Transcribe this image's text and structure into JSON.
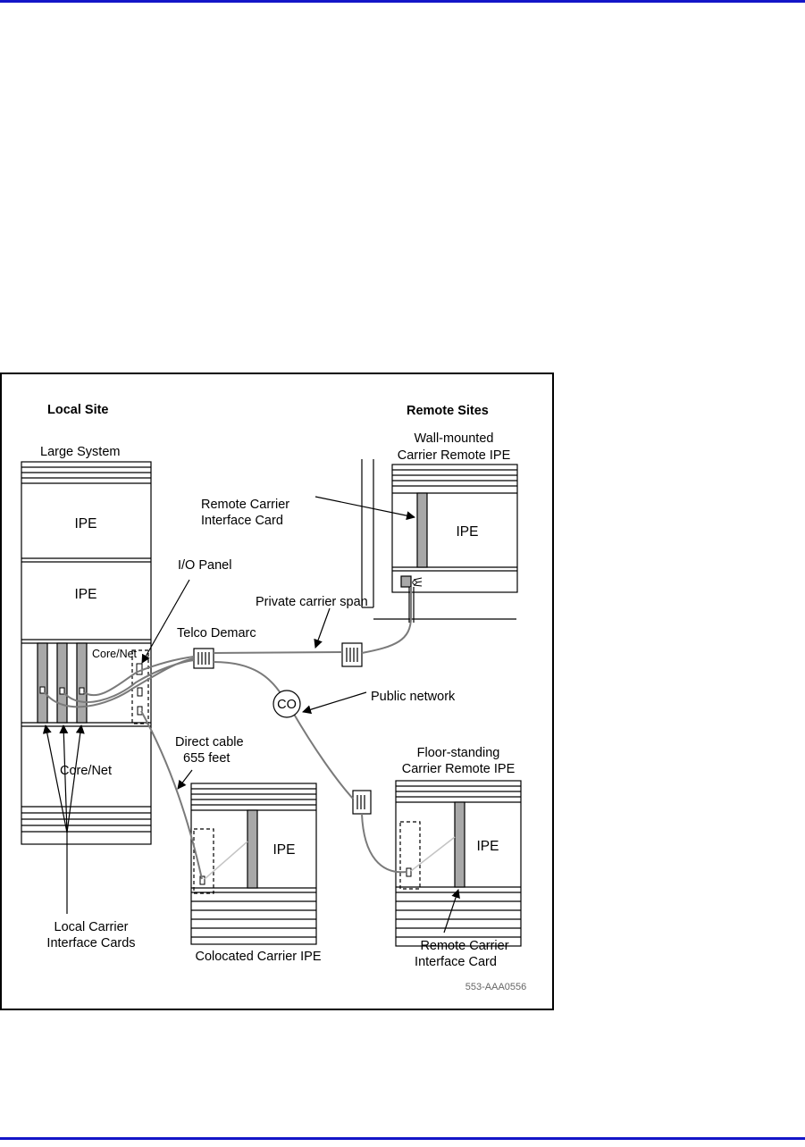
{
  "colors": {
    "rule": "#1416c8",
    "card": "#a8a8a8",
    "cable": "#7a7a7a",
    "ink": "#000000"
  },
  "diagram": {
    "local_site": "Local Site",
    "remote_sites": "Remote Sites",
    "large_system": "Large System",
    "ipe": "IPE",
    "core_net": "Core/Net",
    "io_panel": "I/O Panel",
    "telco_demarc": "Telco Demarc",
    "private_carrier_span": "Private carrier span",
    "co": "CO",
    "public_network": "Public network",
    "direct_cable_line1": "Direct cable",
    "direct_cable_line2": "655 feet",
    "wall_title_line1": "Wall-mounted",
    "wall_title_line2": "Carrier Remote IPE",
    "rcic_line1": "Remote Carrier",
    "rcic_line2": "Interface Card",
    "floor_title_line1": "Floor-standing",
    "floor_title_line2": "Carrier Remote IPE",
    "lcic_line1": "Local Carrier",
    "lcic_line2": "Interface Cards",
    "colocated": "Colocated Carrier IPE",
    "figure_id": "553-AAA0556"
  }
}
